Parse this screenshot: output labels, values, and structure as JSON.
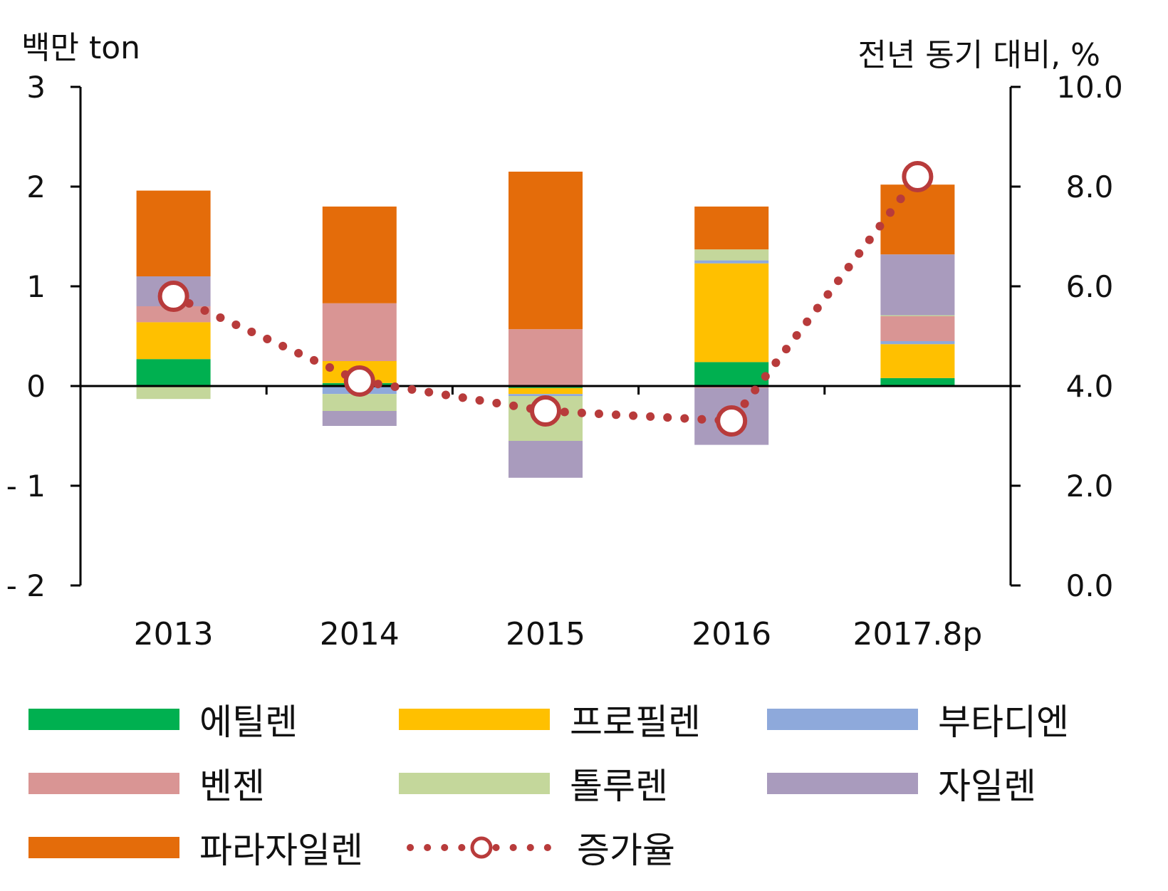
{
  "chart_data": {
    "type": "bar",
    "stacked": true,
    "y_left_label": "백만 ton",
    "y_right_label": "전년 동기 대비, %",
    "categories": [
      "2013",
      "2014",
      "2015",
      "2016",
      "2017.8p"
    ],
    "ylim_left": [
      -2,
      3
    ],
    "ylim_right": [
      0.0,
      10.0
    ],
    "y_left_ticks": [
      {
        "value": 3,
        "label": "3"
      },
      {
        "value": 2,
        "label": "2"
      },
      {
        "value": 1,
        "label": "1"
      },
      {
        "value": 0,
        "label": "0"
      },
      {
        "value": -1,
        "label": "- 1"
      },
      {
        "value": -2,
        "label": "- 2"
      }
    ],
    "y_right_ticks": [
      {
        "value": 10,
        "label": "10.0"
      },
      {
        "value": 8,
        "label": "8.0"
      },
      {
        "value": 6,
        "label": "6.0"
      },
      {
        "value": 4,
        "label": "4.0"
      },
      {
        "value": 2,
        "label": "2.0"
      },
      {
        "value": 0,
        "label": "0.0"
      }
    ],
    "series": [
      {
        "name": "에틸렌",
        "color": "#00b050",
        "values": [
          0.27,
          0.03,
          -0.02,
          0.24,
          0.08
        ]
      },
      {
        "name": "프로필렌",
        "color": "#ffc000",
        "values": [
          0.37,
          0.22,
          -0.06,
          0.99,
          0.34
        ]
      },
      {
        "name": "부타디엔",
        "color": "#8ea9db",
        "values": [
          0.0,
          -0.08,
          -0.02,
          0.03,
          0.03
        ]
      },
      {
        "name": "벤젠",
        "color": "#d99594",
        "values": [
          0.16,
          0.58,
          0.57,
          -0.02,
          0.25
        ]
      },
      {
        "name": "톨루렌",
        "color": "#c4d79b",
        "values": [
          -0.13,
          -0.17,
          -0.45,
          0.11,
          0.01
        ]
      },
      {
        "name": "자일렌",
        "color": "#a99bbd",
        "values": [
          0.3,
          -0.15,
          -0.37,
          -0.57,
          0.61
        ]
      },
      {
        "name": "파라자일렌",
        "color": "#e46c0a",
        "values": [
          0.86,
          0.97,
          1.58,
          0.43,
          0.7
        ]
      }
    ],
    "line_series": {
      "name": "증가율",
      "color": "#b83b3b",
      "axis": "right",
      "values": [
        5.8,
        4.1,
        3.5,
        3.3,
        8.2
      ]
    },
    "grid": false,
    "legend_position": "bottom"
  }
}
